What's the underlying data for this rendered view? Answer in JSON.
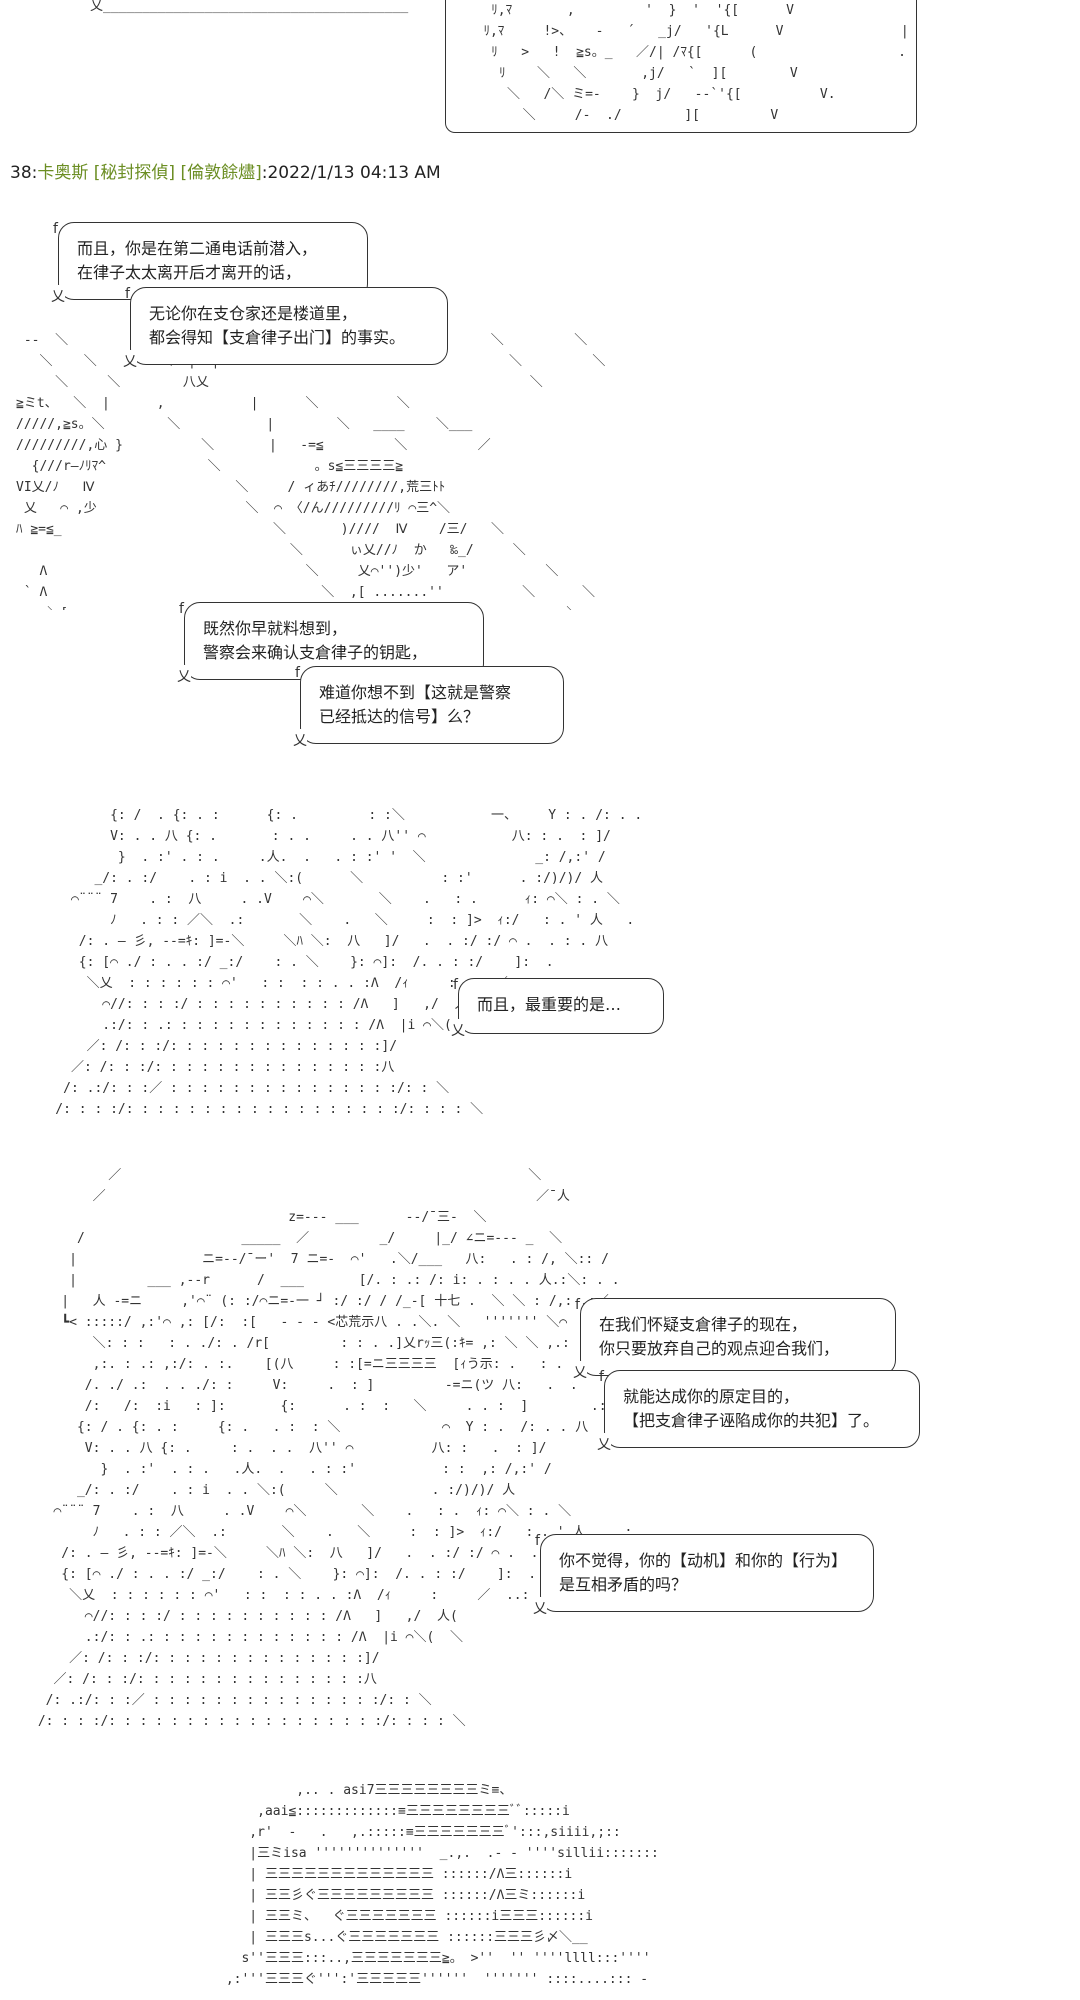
{
  "post": {
    "number": "38",
    "separator": ":",
    "name": "卡奥斯 [秘封探偵] [倫敦餘燼]",
    "date": ":2022/1/13 04:13 AM"
  },
  "bubbles": [
    {
      "lines": [
        "而且，你是在第二通电话前潜入，",
        "在律子太太离开后才离开的话，"
      ]
    },
    {
      "lines": [
        "无论你在支仓家还是楼道里，",
        "都会得知【支倉律子出门】的事实。"
      ]
    },
    {
      "lines": [
        "既然你早就料想到，",
        "警察会来确认支倉律子的钥匙，"
      ]
    },
    {
      "lines": [
        "难道你想不到【这就是警察",
        "已经抵达的信号】么？"
      ]
    },
    {
      "lines": [
        "而且，最重要的是…"
      ]
    },
    {
      "lines": [
        "在我们怀疑支倉律子的现在，",
        "你只要放弃自己的观点迎合我们，"
      ]
    },
    {
      "lines": [
        "就能达成你的原定目的，",
        "【把支倉律子诬陷成你的共犯】了。"
      ]
    },
    {
      "lines": [
        "你不觉得，你的【动机】和你的【行为】",
        "是互相矛盾的吗？"
      ]
    }
  ]
}
